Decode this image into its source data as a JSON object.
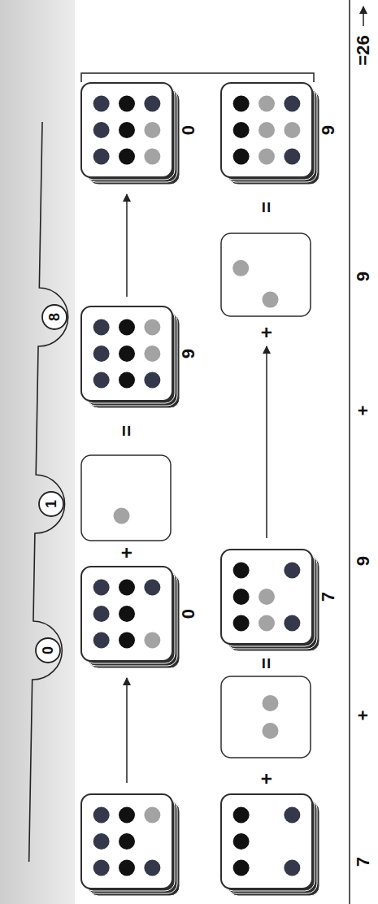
{
  "diagram": {
    "nodes": [
      {
        "text": [
          "0"
        ]
      },
      {
        "text": [
          "1"
        ]
      },
      {
        "text": [
          "8"
        ]
      },
      {
        "text": [
          "0"
        ]
      },
      {
        "text": [
          "9"
        ]
      },
      {
        "text": [
          "0"
        ]
      },
      {
        "text": [
          "7"
        ]
      },
      {
        "text": [
          "9"
        ]
      }
    ],
    "edges": [
      {
        "from": 4,
        "to": 5,
        "arrow": "to"
      }
    ],
    "labels": [
      "+",
      "=",
      "+",
      "=",
      "+",
      "=",
      "7",
      "+",
      "9",
      "+",
      "9",
      "=26"
    ]
  }
}
